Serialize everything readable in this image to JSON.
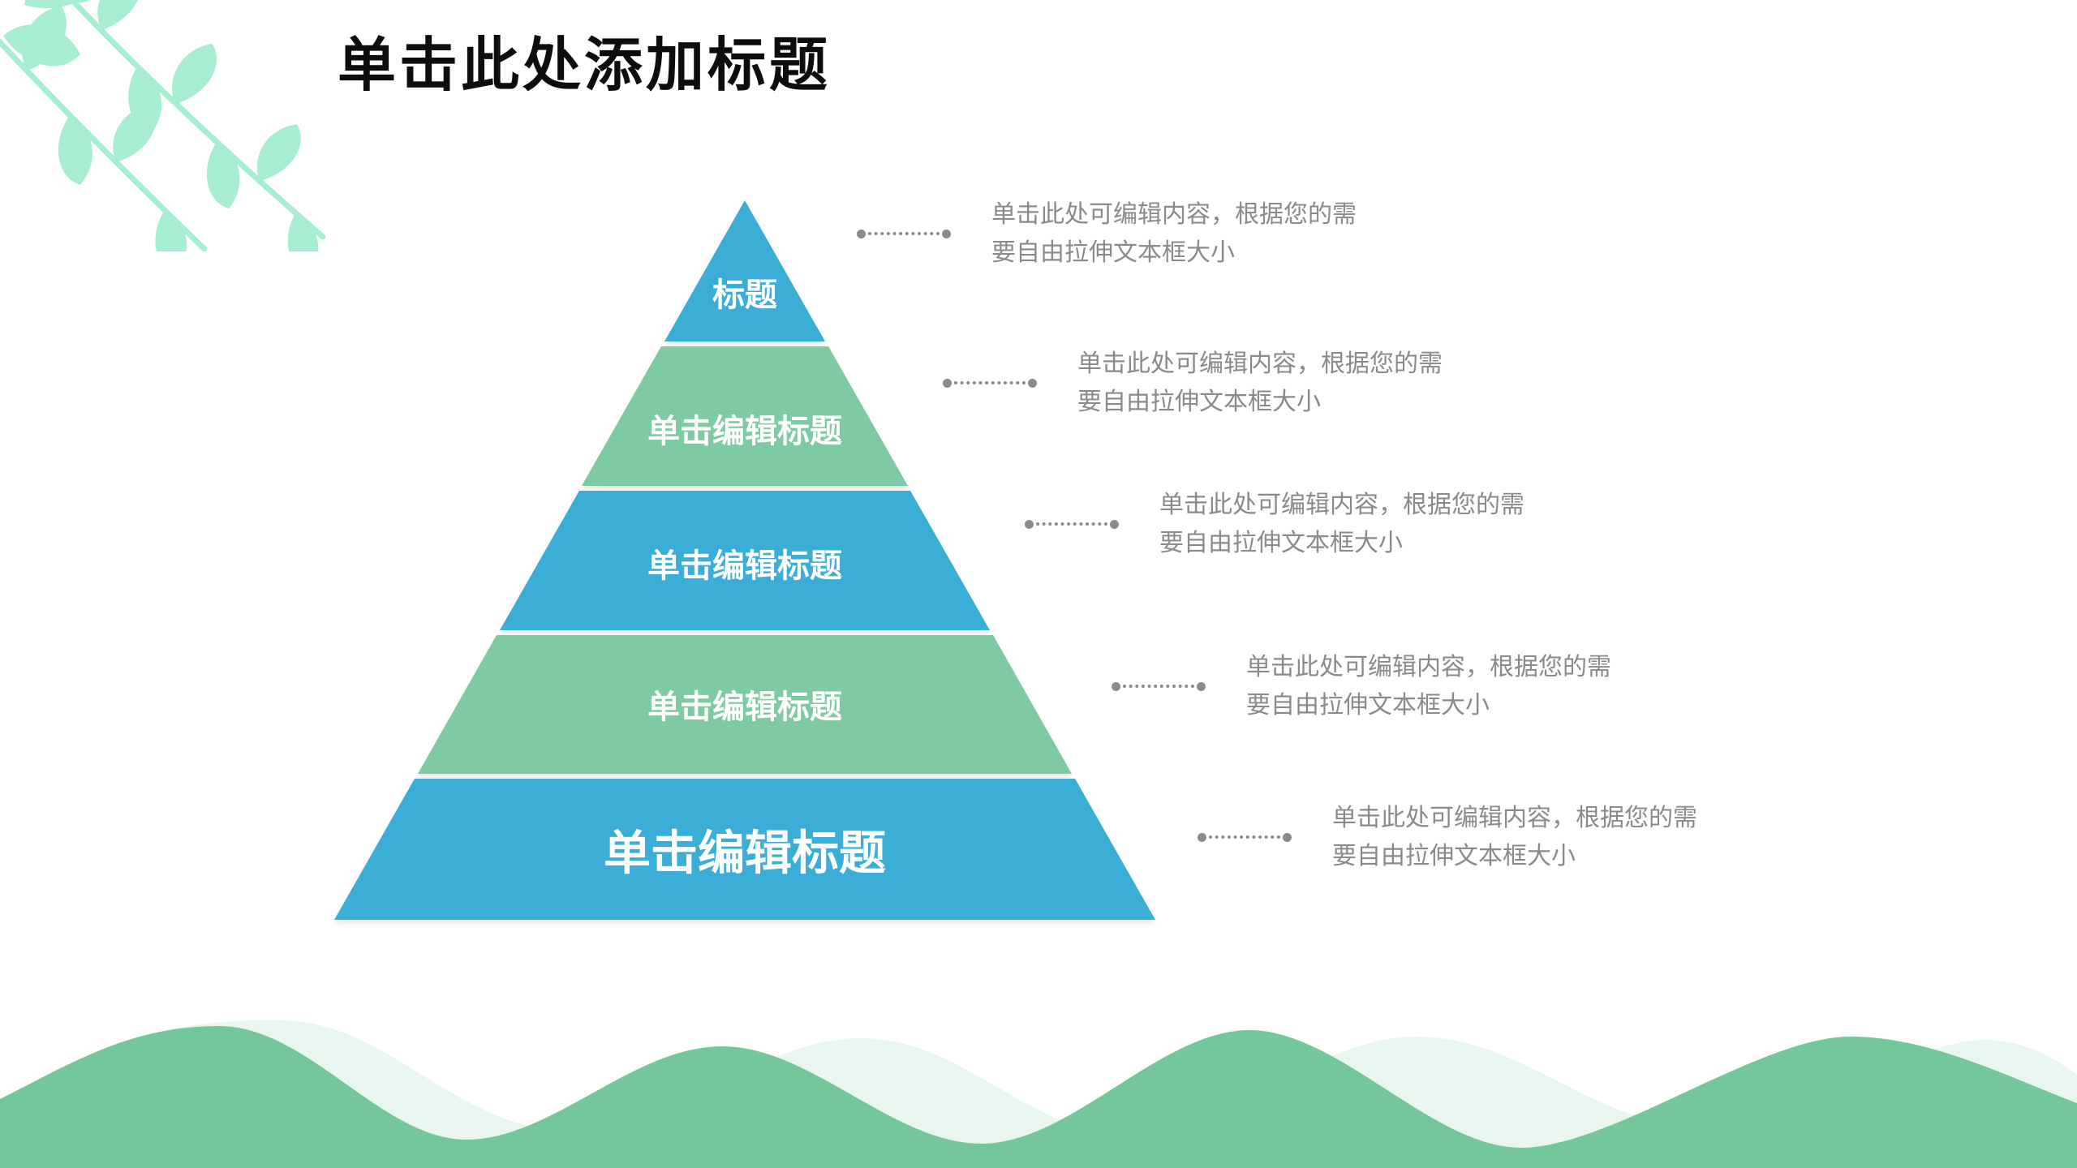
{
  "slide": {
    "title": "单击此处添加标题"
  },
  "pyramid": {
    "levels": [
      {
        "label": "标题",
        "color": "#3aaed7"
      },
      {
        "label": "单击编辑标题",
        "color": "#7ecaa2"
      },
      {
        "label": "单击编辑标题",
        "color": "#3aaed7"
      },
      {
        "label": "单击编辑标题",
        "color": "#7ecaa2"
      },
      {
        "label": "单击编辑标题",
        "color": "#3aaed7"
      }
    ]
  },
  "annotations": [
    {
      "lines": [
        "单击此处可编辑内容，根据您的需",
        "要自由拉伸文本框大小"
      ]
    },
    {
      "lines": [
        "单击此处可编辑内容，根据您的需",
        "要自由拉伸文本框大小"
      ]
    },
    {
      "lines": [
        "单击此处可编辑内容，根据您的需",
        "要自由拉伸文本框大小"
      ]
    },
    {
      "lines": [
        "单击此处可编辑内容，根据您的需",
        "要自由拉伸文本框大小"
      ]
    },
    {
      "lines": [
        "单击此处可编辑内容，根据您的需",
        "要自由拉伸文本框大小"
      ]
    }
  ],
  "colors": {
    "blue": "#3aaed7",
    "green": "#7ecaa2",
    "wave_green": "#74c79b",
    "leaf_mint": "#a6edd2",
    "annotation_text": "#8a8a8a",
    "leader_dot": "#8b8b8b",
    "title_text": "#0d0d0d"
  }
}
